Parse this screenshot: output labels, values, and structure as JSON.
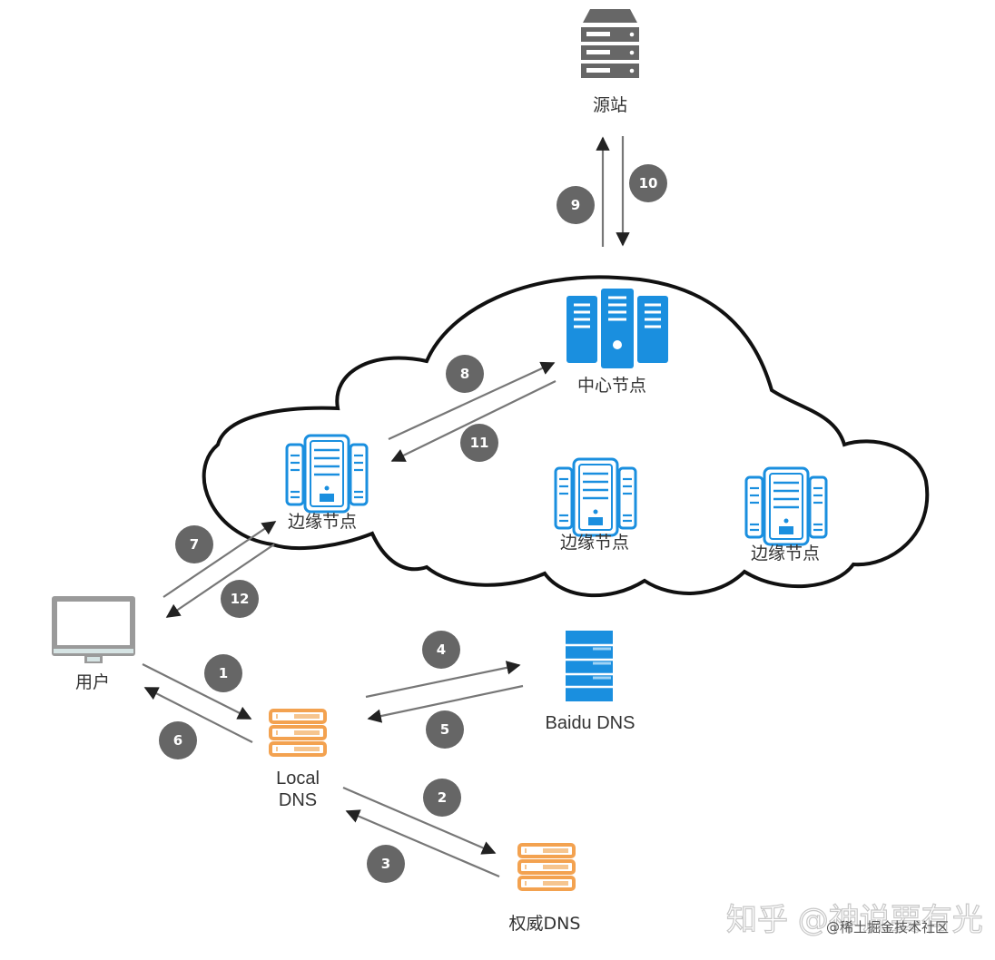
{
  "title": "CDN request flow diagram",
  "colors": {
    "accent_blue": "#1a8fdf",
    "accent_orange": "#f3a250",
    "badge_gray": "#666666",
    "arrow_gray": "#777777",
    "cloud_stroke": "#111111",
    "origin_gray": "#676767",
    "monitor_gray": "#9a9a9a"
  },
  "nodes": {
    "origin": {
      "label": "源站",
      "icon": "server-rack-icon"
    },
    "center": {
      "label": "中心节点",
      "icon": "server-cluster-icon"
    },
    "edge_1": {
      "label": "边缘节点",
      "icon": "edge-server-icon"
    },
    "edge_2": {
      "label": "边缘节点",
      "icon": "edge-server-icon"
    },
    "edge_3": {
      "label": "边缘节点",
      "icon": "edge-server-icon"
    },
    "user": {
      "label": "用户",
      "icon": "monitor-icon"
    },
    "local_dns": {
      "label_line1": "Local",
      "label_line2": "DNS",
      "icon": "dns-server-icon"
    },
    "baidu_dns": {
      "label": "Baidu DNS",
      "icon": "dns-stack-icon"
    },
    "auth_dns": {
      "label": "权威DNS",
      "icon": "dns-server-icon"
    }
  },
  "steps": [
    {
      "num": "1",
      "from": "user",
      "to": "local_dns"
    },
    {
      "num": "2",
      "from": "local_dns",
      "to": "auth_dns"
    },
    {
      "num": "3",
      "from": "auth_dns",
      "to": "local_dns"
    },
    {
      "num": "4",
      "from": "local_dns",
      "to": "baidu_dns"
    },
    {
      "num": "5",
      "from": "baidu_dns",
      "to": "local_dns"
    },
    {
      "num": "6",
      "from": "local_dns",
      "to": "user"
    },
    {
      "num": "7",
      "from": "user",
      "to": "edge_1"
    },
    {
      "num": "8",
      "from": "edge_1",
      "to": "center"
    },
    {
      "num": "9",
      "from": "center",
      "to": "origin"
    },
    {
      "num": "10",
      "from": "origin",
      "to": "center"
    },
    {
      "num": "11",
      "from": "center",
      "to": "edge_1"
    },
    {
      "num": "12",
      "from": "edge_1",
      "to": "user"
    }
  ],
  "watermark": {
    "main": "知乎 @神说要有光",
    "sub": "@稀土掘金技术社区"
  }
}
